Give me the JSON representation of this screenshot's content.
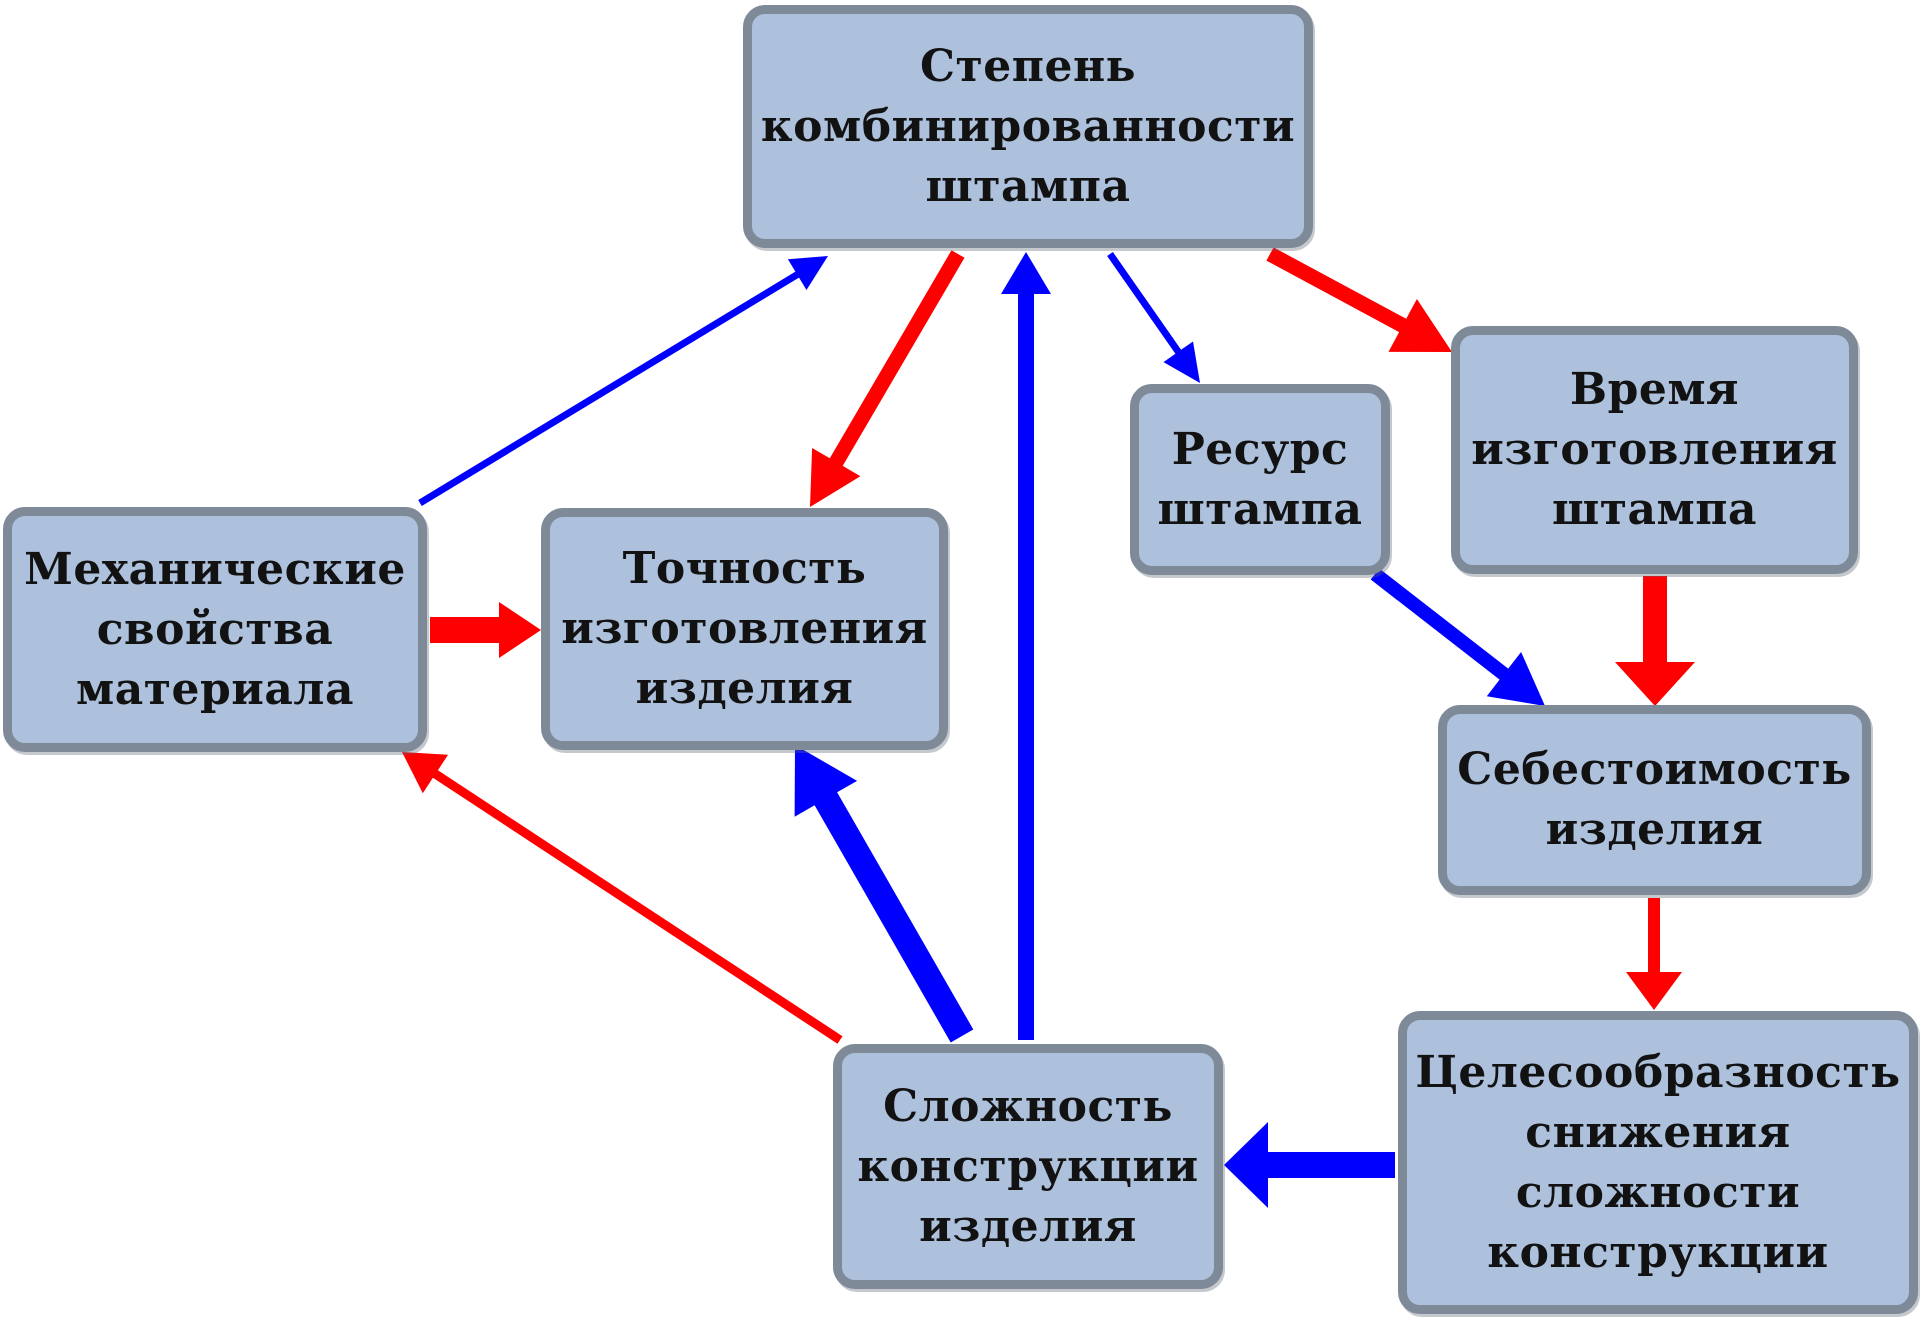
{
  "colors": {
    "node_fill": "#adc1dc",
    "node_border": "#7f8a99",
    "arrow_red": "#ff0000",
    "arrow_blue": "#0000ff",
    "text": "#121212"
  },
  "nodes": {
    "degree": "Степень\nкомбинированности\nштампа",
    "mech": "Механические\nсвойства\nматериала",
    "accuracy": "Точность\nизготовления\nизделия",
    "resource": "Ресурс\nштампа",
    "time": "Время\nизготовления\nштампа",
    "cost": "Себестоимость\nизделия",
    "complexity": "Сложность\nконструкции\nизделия",
    "expediency": "Целесообразность\nснижения\nсложности\nконструкции"
  },
  "edges": [
    {
      "name": "edge-mech-to-degree",
      "from": "mech",
      "to": "degree",
      "color": "blue",
      "weight": "thin"
    },
    {
      "name": "edge-degree-to-accuracy",
      "from": "degree",
      "to": "accuracy",
      "color": "red",
      "weight": "medium"
    },
    {
      "name": "edge-complexity-to-degree",
      "from": "complexity",
      "to": "degree",
      "color": "blue",
      "weight": "medium"
    },
    {
      "name": "edge-degree-to-resource",
      "from": "degree",
      "to": "resource",
      "color": "blue",
      "weight": "thin"
    },
    {
      "name": "edge-degree-to-time",
      "from": "degree",
      "to": "time",
      "color": "red",
      "weight": "medium"
    },
    {
      "name": "edge-mech-to-accuracy",
      "from": "mech",
      "to": "accuracy",
      "color": "red",
      "weight": "thick"
    },
    {
      "name": "edge-complexity-to-mech",
      "from": "complexity",
      "to": "mech",
      "color": "red",
      "weight": "thin"
    },
    {
      "name": "edge-complexity-to-accuracy",
      "from": "complexity",
      "to": "accuracy",
      "color": "blue",
      "weight": "thick"
    },
    {
      "name": "edge-resource-to-cost",
      "from": "resource",
      "to": "cost",
      "color": "blue",
      "weight": "medium"
    },
    {
      "name": "edge-time-to-cost",
      "from": "time",
      "to": "cost",
      "color": "red",
      "weight": "thick"
    },
    {
      "name": "edge-cost-to-expediency",
      "from": "cost",
      "to": "expediency",
      "color": "red",
      "weight": "medium"
    },
    {
      "name": "edge-expediency-to-complexity",
      "from": "expediency",
      "to": "complexity",
      "color": "blue",
      "weight": "thick"
    }
  ]
}
